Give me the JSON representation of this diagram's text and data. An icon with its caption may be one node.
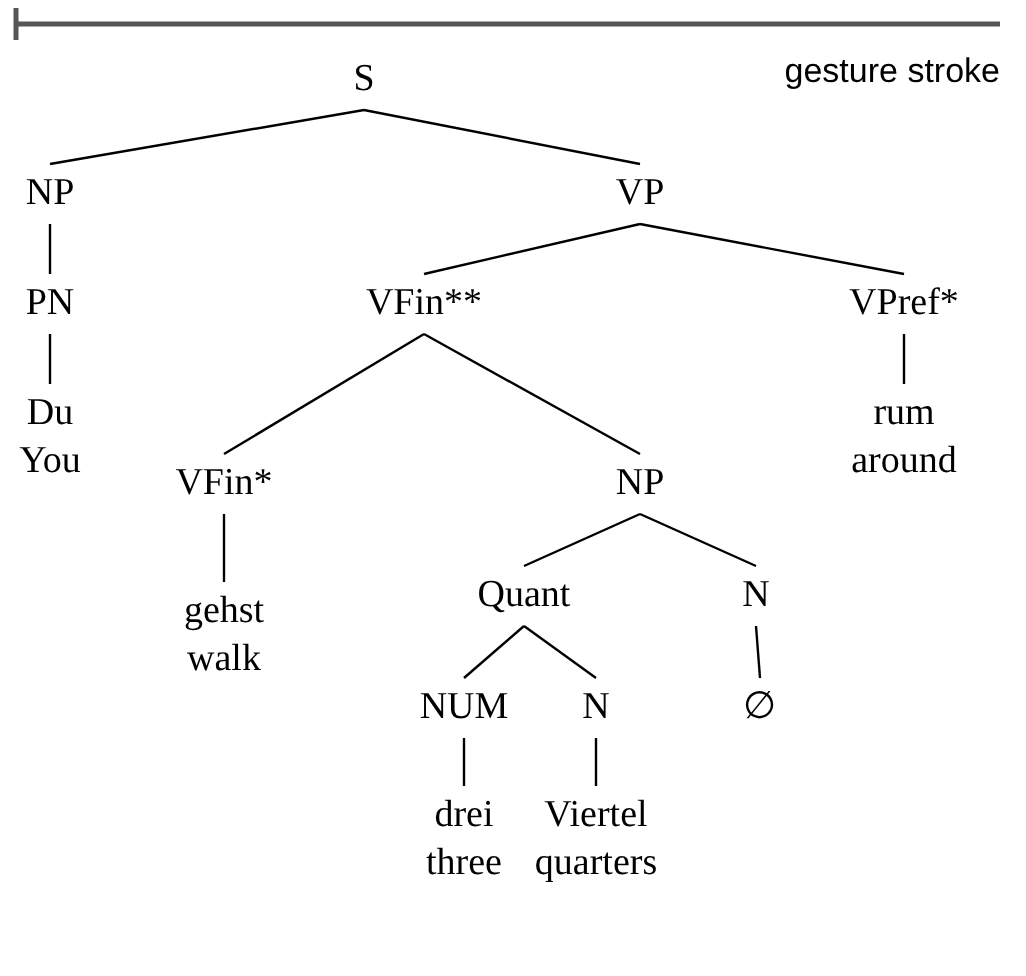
{
  "diagram": {
    "nodes": [
      {
        "text": [
          "S"
        ]
      },
      {
        "text": [
          "NP"
        ]
      },
      {
        "text": [
          "VP"
        ]
      },
      {
        "text": [
          "PN"
        ]
      },
      {
        "text": [
          "VFin**"
        ]
      },
      {
        "text": [
          "VPref*"
        ]
      },
      {
        "text": [
          "Du",
          "You"
        ]
      },
      {
        "text": [
          "VFin*"
        ]
      },
      {
        "text": [
          "NP"
        ]
      },
      {
        "text": [
          "rum",
          "around"
        ]
      },
      {
        "text": [
          "gehst",
          "walk"
        ]
      },
      {
        "text": [
          "Quant"
        ]
      },
      {
        "text": [
          "N"
        ]
      },
      {
        "text": [
          "NUM"
        ]
      },
      {
        "text": [
          "N"
        ]
      },
      {
        "text": [
          "∅"
        ]
      },
      {
        "text": [
          "drei",
          "three"
        ]
      },
      {
        "text": [
          "Viertel",
          "quarters"
        ]
      }
    ],
    "edges": [
      {
        "from": 0,
        "to": 1,
        "arrow": "none"
      },
      {
        "from": 0,
        "to": 2,
        "arrow": "none"
      },
      {
        "from": 1,
        "to": 3,
        "arrow": "none"
      },
      {
        "from": 3,
        "to": 6,
        "arrow": "none"
      },
      {
        "from": 2,
        "to": 4,
        "arrow": "none"
      },
      {
        "from": 2,
        "to": 5,
        "arrow": "none"
      },
      {
        "from": 4,
        "to": 7,
        "arrow": "none"
      },
      {
        "from": 4,
        "to": 8,
        "arrow": "none"
      },
      {
        "from": 5,
        "to": 9,
        "arrow": "none"
      },
      {
        "from": 7,
        "to": 10,
        "arrow": "none"
      },
      {
        "from": 8,
        "to": 11,
        "arrow": "none"
      },
      {
        "from": 8,
        "to": 12,
        "arrow": "none"
      },
      {
        "from": 11,
        "to": 13,
        "arrow": "none"
      },
      {
        "from": 11,
        "to": 14,
        "arrow": "none"
      },
      {
        "from": 12,
        "to": 15,
        "arrow": "none"
      },
      {
        "from": 13,
        "to": 16,
        "arrow": "none"
      },
      {
        "from": 14,
        "to": 17,
        "arrow": "none"
      }
    ],
    "labels": [
      "gesture stroke"
    ]
  }
}
